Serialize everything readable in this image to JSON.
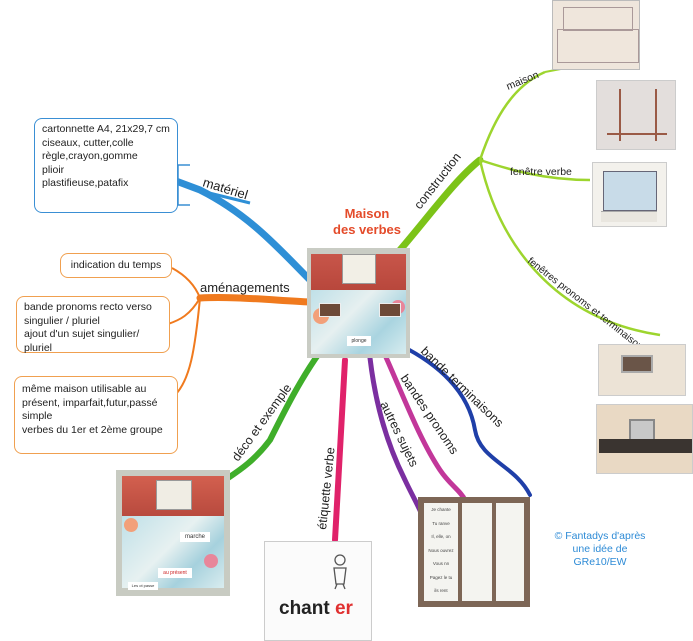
{
  "center": {
    "title_line1": "Maison",
    "title_line2": "des verbes"
  },
  "branches": {
    "materiel": {
      "label": "matériel",
      "color": "#2e8fd6"
    },
    "amenagements": {
      "label": "aménagements",
      "color": "#f07a1e"
    },
    "construction": {
      "label": "construction",
      "color": "#7cc318"
    },
    "maison": {
      "label": "maison",
      "color": "#9dd52e"
    },
    "fenetre_verbe": {
      "label": "fenêtre verbe",
      "color": "#9dd52e"
    },
    "fenetres_pronoms": {
      "label": "fenêtres pronoms et terminaisons",
      "color": "#9dd52e"
    },
    "bande_terminaisons": {
      "label": "bande terminaisons",
      "color": "#1f3fa8"
    },
    "bandes_pronoms": {
      "label": "bandes pronoms",
      "color": "#c2379a"
    },
    "autres_sujets": {
      "label": "autres sujets",
      "color": "#7b2fa0"
    },
    "etiquette_verbe": {
      "label": "étiquette verbe",
      "color": "#e0226a"
    },
    "deco_exemple": {
      "label": "déco et exemple",
      "color": "#3fae2a"
    }
  },
  "materiel_box": {
    "lines": [
      "cartonnette A4, 21x29,7 cm",
      "ciseaux, cutter,colle",
      "règle,crayon,gomme",
      "plioir",
      "plastifieuse,patafix"
    ]
  },
  "amenagements_boxes": {
    "temps": "indication du temps",
    "pronoms_lines": [
      "bande pronoms recto verso",
      "singulier / pluriel",
      "ajout d'un sujet singulier/ pluriel"
    ],
    "maison_lines": [
      "même maison utilisable au",
      "présent, imparfait,futur,passé",
      "simple",
      "verbes du 1er et 2ème groupe"
    ]
  },
  "photos": {
    "center_label": "plonge",
    "deco_word": "marche",
    "deco_small": "Les ot passe",
    "deco_tag": "au présent",
    "etiquette_stem": "chant",
    "etiquette_ending": "er",
    "pronoms_rows": [
      "Je chante",
      "Tu ranve",
      "Il, elle, on",
      "Nous ouvrez",
      "Vous nn",
      "Pagez le tu",
      "ils rent"
    ]
  },
  "credit": {
    "lines": [
      "© Fantadys d'après",
      "une idée de",
      "GRe10/EW"
    ]
  }
}
